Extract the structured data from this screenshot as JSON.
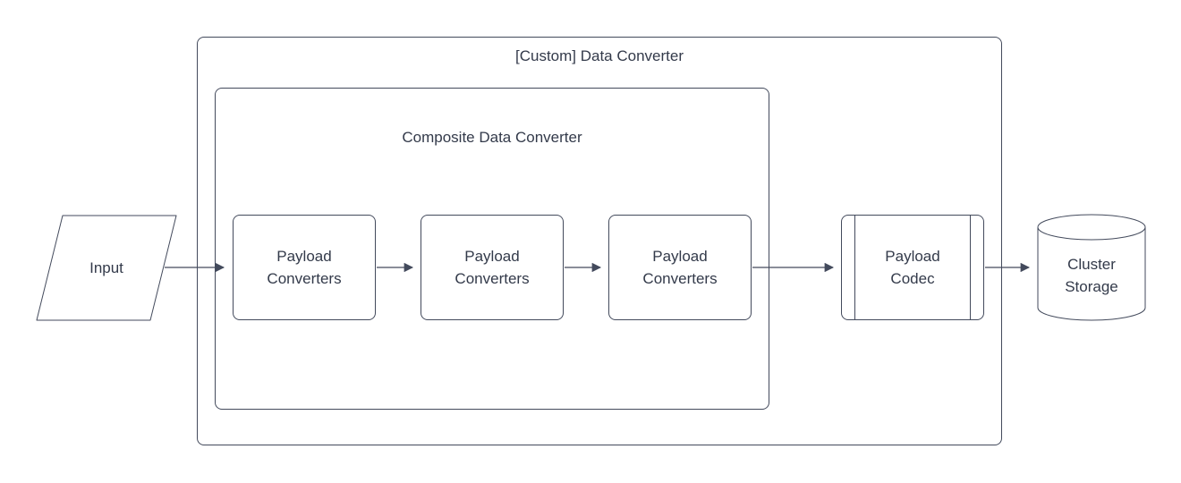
{
  "colors": {
    "background": "#ffffff",
    "stroke": "#434a5c",
    "text": "#333a4a"
  },
  "containers": {
    "custom": {
      "label": "[Custom] Data Converter"
    },
    "composite": {
      "label": "Composite Data Converter"
    }
  },
  "nodes": {
    "input": {
      "label": "Input",
      "shape": "parallelogram"
    },
    "converter1": {
      "label": "Payload\nConverters",
      "shape": "rounded-rectangle"
    },
    "converter2": {
      "label": "Payload\nConverters",
      "shape": "rounded-rectangle"
    },
    "converter3": {
      "label": "Payload\nConverters",
      "shape": "rounded-rectangle"
    },
    "codec": {
      "label": "Payload\nCodec",
      "shape": "predefined-process"
    },
    "storage": {
      "label": "Cluster\nStorage",
      "shape": "cylinder"
    }
  },
  "connections": [
    {
      "from": "input",
      "to": "converter1"
    },
    {
      "from": "converter1",
      "to": "converter2"
    },
    {
      "from": "converter2",
      "to": "converter3"
    },
    {
      "from": "converter3",
      "to": "codec"
    },
    {
      "from": "codec",
      "to": "storage"
    }
  ]
}
